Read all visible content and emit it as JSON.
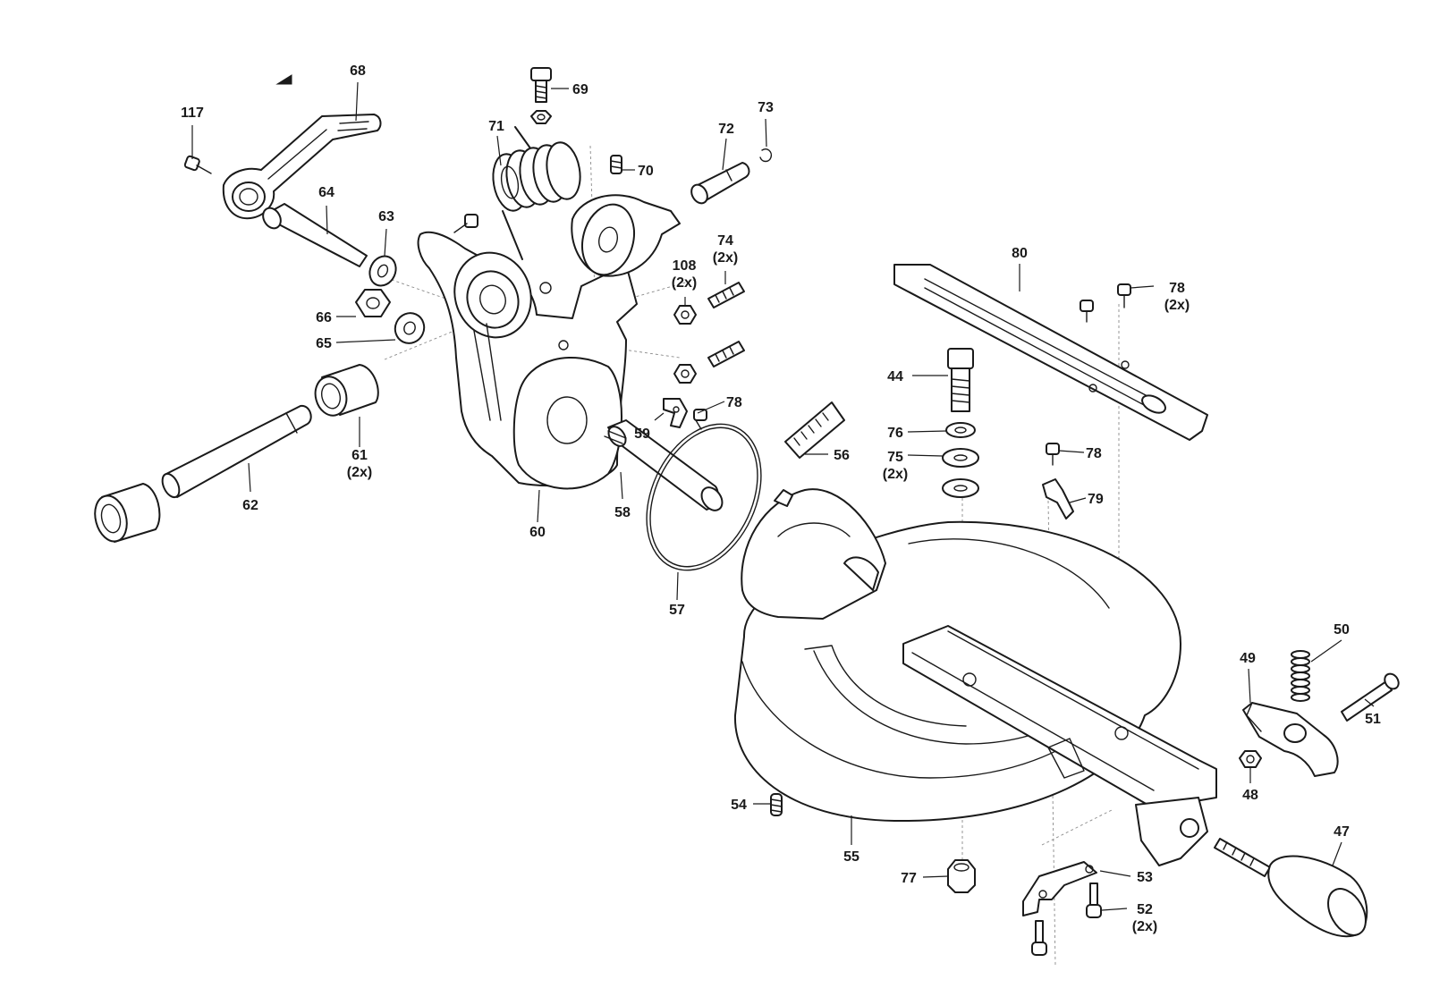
{
  "callouts": [
    {
      "id": "c117",
      "number": "117",
      "qty": ""
    },
    {
      "id": "c68",
      "number": "68",
      "qty": ""
    },
    {
      "id": "c69",
      "number": "69",
      "qty": ""
    },
    {
      "id": "c71",
      "number": "71",
      "qty": ""
    },
    {
      "id": "c70",
      "number": "70",
      "qty": ""
    },
    {
      "id": "c72",
      "number": "72",
      "qty": ""
    },
    {
      "id": "c73",
      "number": "73",
      "qty": ""
    },
    {
      "id": "c64",
      "number": "64",
      "qty": ""
    },
    {
      "id": "c63",
      "number": "63",
      "qty": ""
    },
    {
      "id": "c108",
      "number": "108",
      "qty": "(2x)"
    },
    {
      "id": "c74",
      "number": "74",
      "qty": "(2x)"
    },
    {
      "id": "c66",
      "number": "66",
      "qty": ""
    },
    {
      "id": "c65",
      "number": "65",
      "qty": ""
    },
    {
      "id": "c80",
      "number": "80",
      "qty": ""
    },
    {
      "id": "c78a",
      "number": "78",
      "qty": "(2x)"
    },
    {
      "id": "c44",
      "number": "44",
      "qty": ""
    },
    {
      "id": "c78b",
      "number": "78",
      "qty": ""
    },
    {
      "id": "c61",
      "number": "61",
      "qty": "(2x)"
    },
    {
      "id": "c59",
      "number": "59",
      "qty": ""
    },
    {
      "id": "c76",
      "number": "76",
      "qty": ""
    },
    {
      "id": "c56",
      "number": "56",
      "qty": ""
    },
    {
      "id": "c75",
      "number": "75",
      "qty": "(2x)"
    },
    {
      "id": "c78c",
      "number": "78",
      "qty": ""
    },
    {
      "id": "c79",
      "number": "79",
      "qty": ""
    },
    {
      "id": "c62",
      "number": "62",
      "qty": ""
    },
    {
      "id": "c58",
      "number": "58",
      "qty": ""
    },
    {
      "id": "c60",
      "number": "60",
      "qty": ""
    },
    {
      "id": "c57",
      "number": "57",
      "qty": ""
    },
    {
      "id": "c50",
      "number": "50",
      "qty": ""
    },
    {
      "id": "c49",
      "number": "49",
      "qty": ""
    },
    {
      "id": "c51",
      "number": "51",
      "qty": ""
    },
    {
      "id": "c54",
      "number": "54",
      "qty": ""
    },
    {
      "id": "c48",
      "number": "48",
      "qty": ""
    },
    {
      "id": "c47",
      "number": "47",
      "qty": ""
    },
    {
      "id": "c55",
      "number": "55",
      "qty": ""
    },
    {
      "id": "c53",
      "number": "53",
      "qty": ""
    },
    {
      "id": "c77",
      "number": "77",
      "qty": ""
    },
    {
      "id": "c52",
      "number": "52",
      "qty": "(2x)"
    }
  ]
}
